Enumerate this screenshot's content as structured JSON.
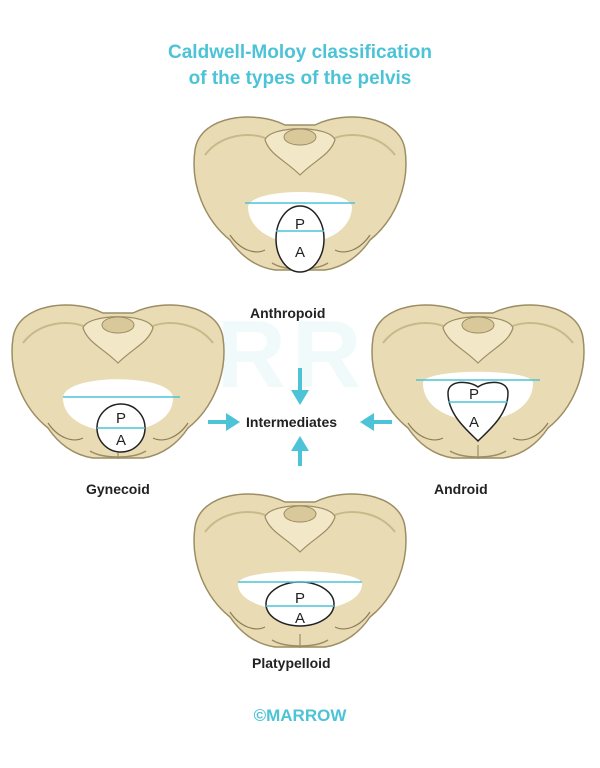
{
  "title_line1": "Caldwell-Moloy classification",
  "title_line2": "of the types of the pelvis",
  "center_label": "Intermediates",
  "watermark": "MARROW",
  "footer": "©MARROW",
  "pelves": [
    {
      "name": "Anthropoid",
      "inlet_shape": "oval-vertical",
      "labels": [
        "P",
        "A"
      ]
    },
    {
      "name": "Gynecoid",
      "inlet_shape": "round",
      "labels": [
        "P",
        "A"
      ]
    },
    {
      "name": "Android",
      "inlet_shape": "heart",
      "labels": [
        "P",
        "A"
      ]
    },
    {
      "name": "Platypelloid",
      "inlet_shape": "oval-horizontal",
      "labels": [
        "P",
        "A"
      ]
    }
  ],
  "colors": {
    "title": "#4cc3d6",
    "bone": "#e9dcb5",
    "bone_stroke": "#9c8d63",
    "line": "#4cc3d6",
    "arrow": "#4cc3d6"
  }
}
